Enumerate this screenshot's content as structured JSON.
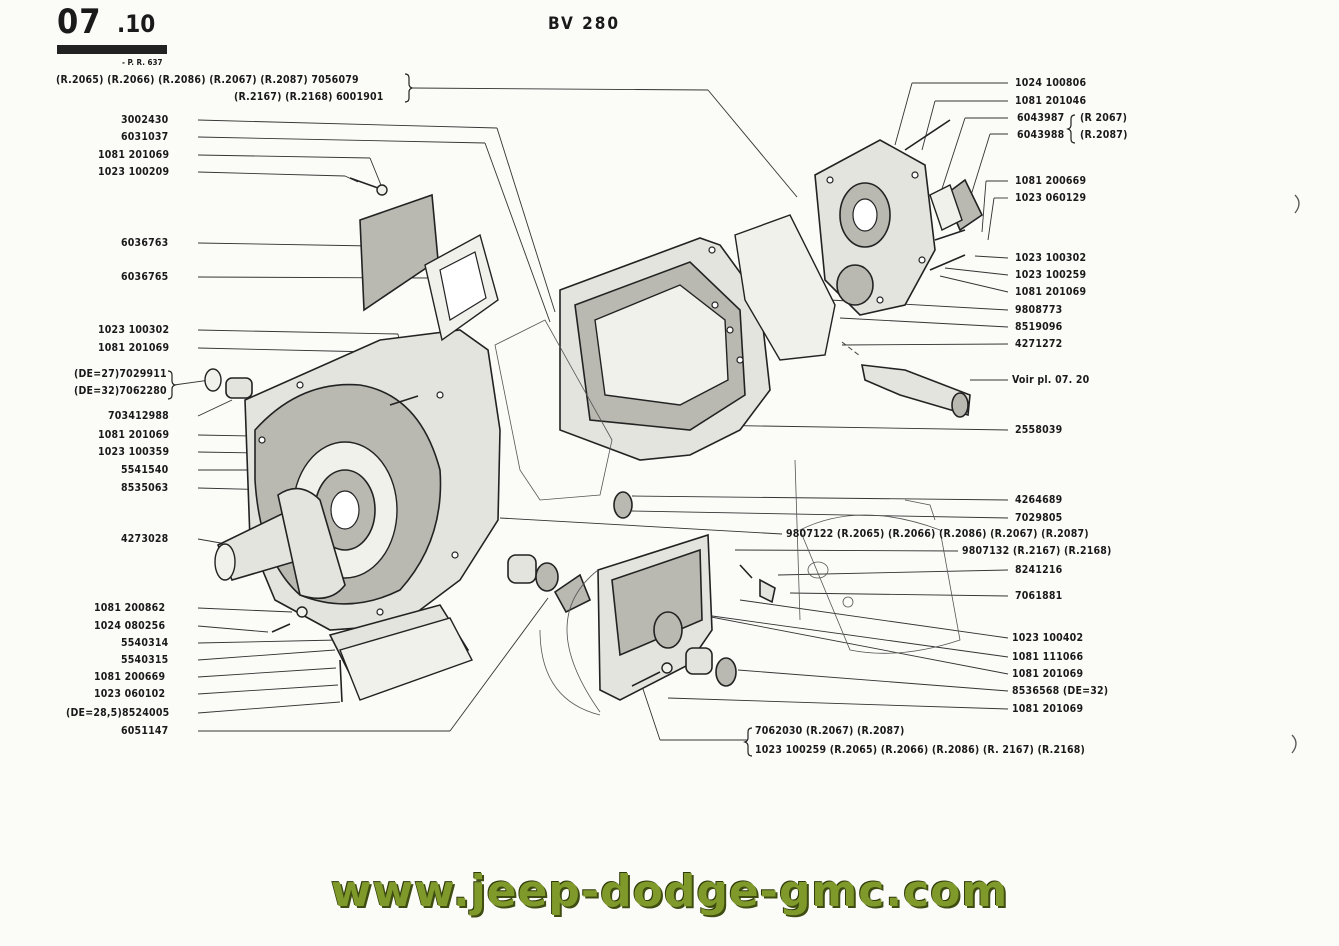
{
  "header": {
    "page_number_major": "07",
    "page_number_minor": ".10",
    "title": "BV 280",
    "pr_ref": "- P. R. 637"
  },
  "labels": {
    "top_ref_1": "(R.2065)  (R.2066)  (R.2086)  (R.2067)  (R.2087)  7056079",
    "top_ref_2": "(R.2167)  (R.2168)  6001901",
    "l_3002430": "3002430",
    "l_6031037": "6031037",
    "l_1081201069_a": "1081 201069",
    "l_1023100209": "1023 100209",
    "l_6036763": "6036763",
    "l_6036765": "6036765",
    "l_1023100302_a": "1023 100302",
    "l_1081201069_b": "1081 201069",
    "l_de27": "(DE=27)7029911",
    "l_de32": "(DE=32)7062280",
    "l_703412988": "703412988",
    "l_1081201069_c": "1081 201069",
    "l_1023100359": "1023 100359",
    "l_5541540": "5541540",
    "l_8535063": "8535063",
    "l_4273028": "4273028",
    "l_1081200862": "1081 200862",
    "l_1024080256": "1024 080256",
    "l_5540314": "5540314",
    "l_5540315": "5540315",
    "l_1081200669_a": "1081 200669",
    "l_1023060102": "1023 060102",
    "l_de285": "(DE=28,5)8524005",
    "l_6051147": "6051147",
    "r_1024100806": "1024 100806",
    "r_1081201046": "1081 201046",
    "r_6043987": "6043987",
    "r_6043988": "6043988",
    "r_r2067": "(R 2067)",
    "r_r2087": "(R.2087)",
    "r_1081200669": "1081 200669",
    "r_1023060129": "1023 060129",
    "r_1023100302": "1023 100302",
    "r_1023100259": "1023 100259",
    "r_1081201069": "1081 201069",
    "r_9808773": "9808773",
    "r_8519096": "8519096",
    "r_4271272": "4271272",
    "r_voir": "Voir pl. 07. 20",
    "r_2558039": "2558039",
    "r_4264689": "4264689",
    "r_7029805": "7029805",
    "r_9807122": "9807122  (R.2065)  (R.2066)  (R.2086)  (R.2067)  (R.2087)",
    "r_9807132": "9807132   (R.2167)  (R.2168)",
    "r_8241216": "8241216",
    "r_7061881": "7061881",
    "r_1023100402": "1023 100402",
    "r_1081111066": "1081 111066",
    "r_1081201069_b": "1081 201069",
    "r_8536568": "8536568 (DE=32)",
    "r_1081201069_c": "1081 201069",
    "b_7062030": "7062030   (R.2067)   (R.2087)",
    "b_1023100259": "1023 100259  (R.2065)  (R.2066)  (R.2086)  (R. 2167)  (R.2168)"
  },
  "footer": {
    "website": "www.jeep-dodge-gmc.com"
  }
}
